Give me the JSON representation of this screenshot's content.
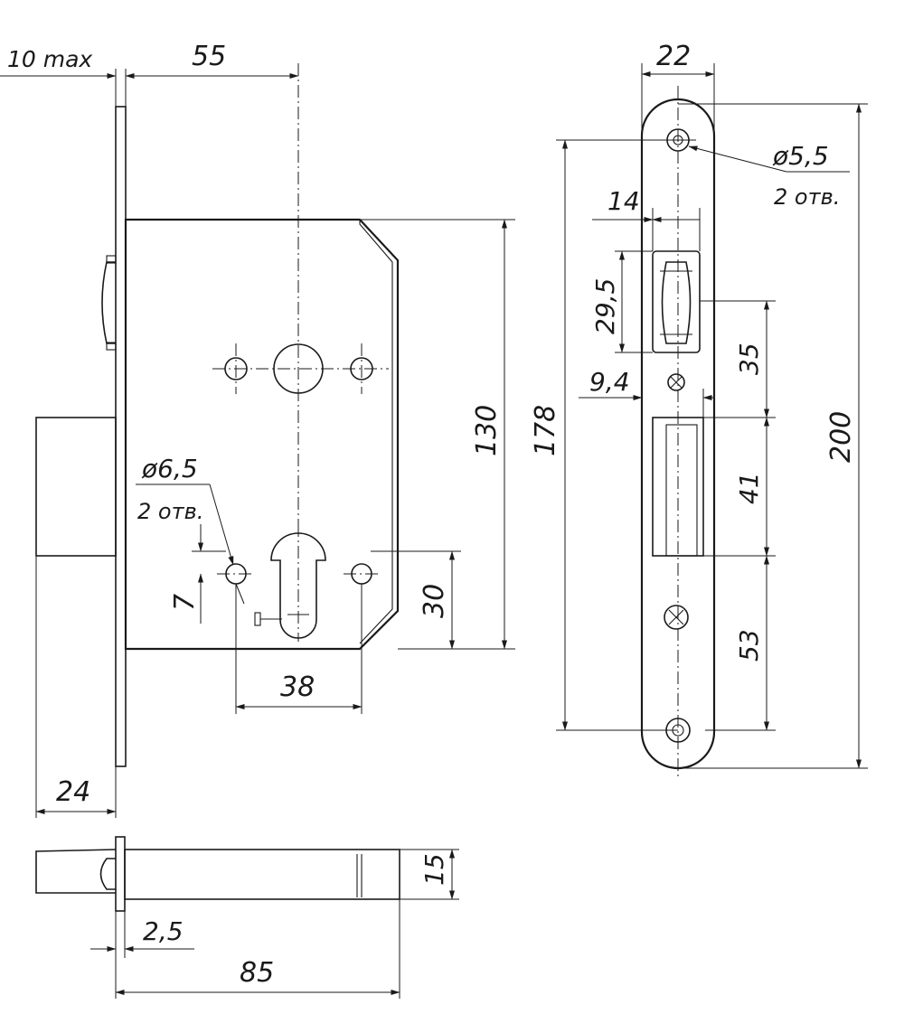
{
  "drawing": {
    "dimensions": {
      "top_10max": "10 max",
      "top_55": "55",
      "left_24": "24",
      "h_130": "130",
      "h_30": "30",
      "w_38": "38",
      "v_7": "7",
      "hole_dia": "ø6,5",
      "hole_count": "2 отв.",
      "side_15": "15",
      "side_2_5": "2,5",
      "side_85": "85",
      "h_178": "178",
      "strike_22": "22",
      "strike_hole_dia": "ø5,5",
      "strike_hole_count": "2 отв.",
      "strike_14": "14",
      "strike_29_5": "29,5",
      "strike_9_4": "9,4",
      "strike_35": "35",
      "strike_41": "41",
      "strike_53": "53",
      "strike_200": "200"
    }
  }
}
